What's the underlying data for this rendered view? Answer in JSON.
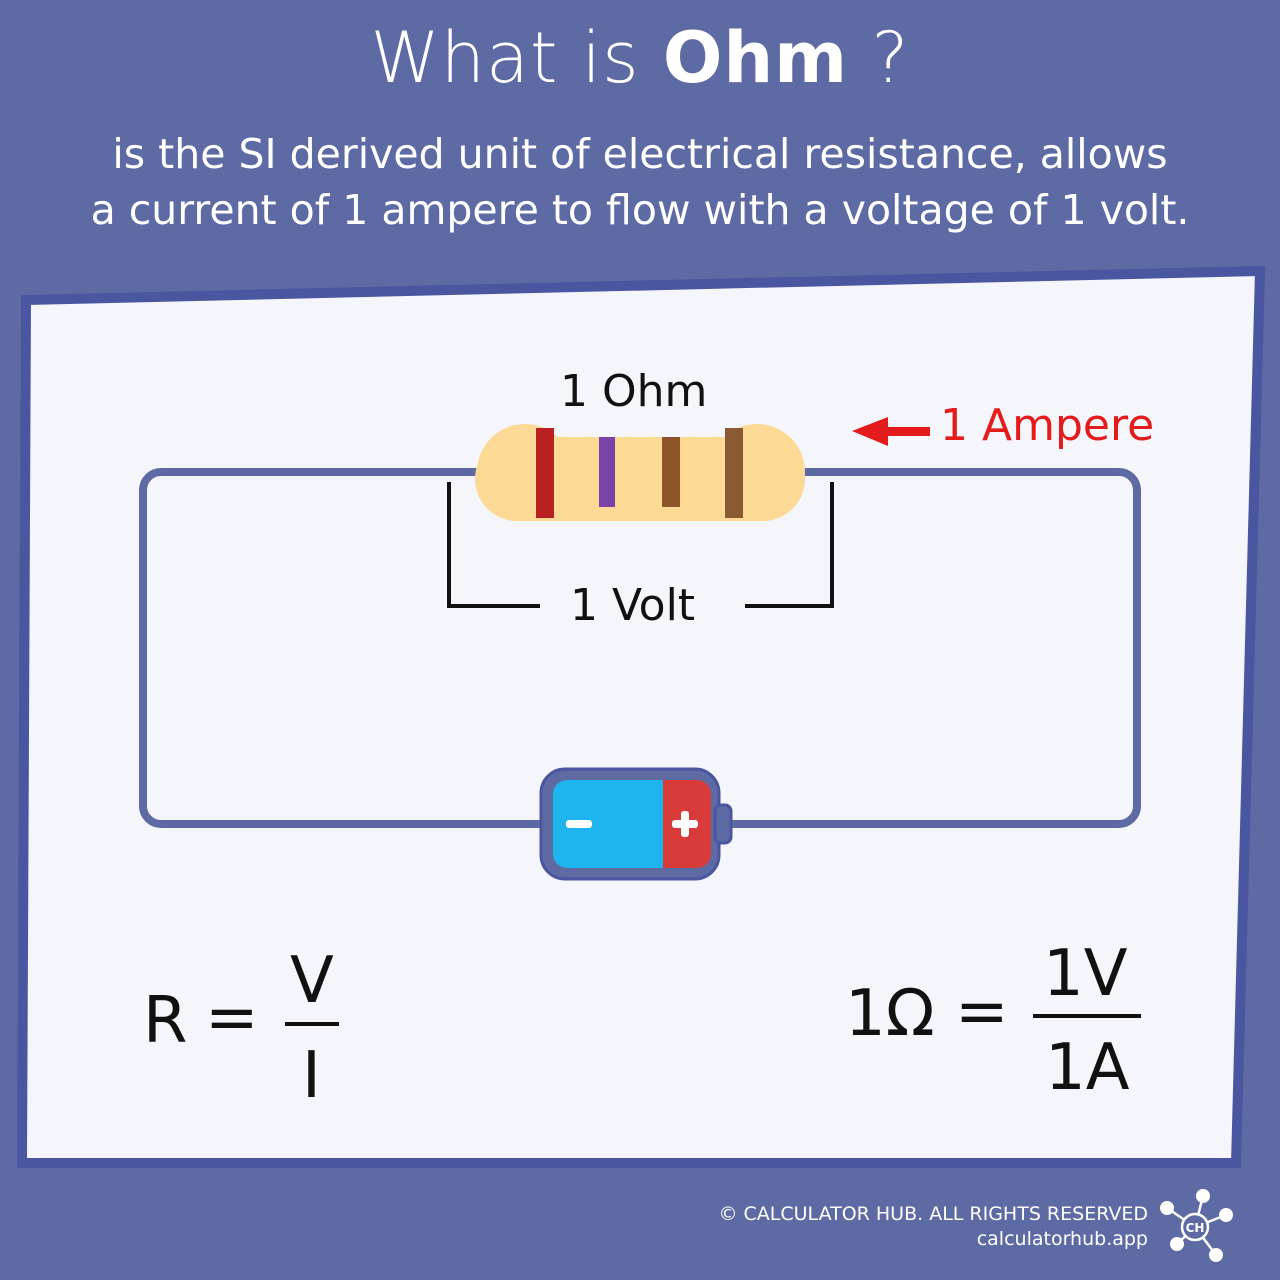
{
  "title": {
    "prefix": "What is",
    "highlight": "Ohm",
    "suffix": "?"
  },
  "subtitle": {
    "line1": "is the SI derived unit of electrical resistance, allows",
    "line2": "a current of 1 ampere to flow with a voltage of 1 volt."
  },
  "diagram": {
    "resistor_label": "1 Ohm",
    "voltage_label": "1 Volt",
    "current_label": "1 Ampere",
    "battery": {
      "negative_sign": "−",
      "positive_sign": "+"
    }
  },
  "formulas": {
    "general": {
      "lhs": "R",
      "equals": "=",
      "numerator": "V",
      "denominator": "I"
    },
    "example": {
      "lhs": "1Ω",
      "equals": "=",
      "numerator": "1V",
      "denominator": "1A"
    }
  },
  "footer": {
    "copyright": "© CALCULATOR HUB. ALL RIGHTS RESERVED",
    "website": "calculatorhub.app",
    "logo_text": "CH"
  },
  "colors": {
    "background": "#5e6aa3",
    "panel": "#f4f6fb",
    "wire": "#5e6aa3",
    "resistor_body": "#fcd994",
    "current_arrow": "#e31b1b",
    "battery_negative": "#1eb4ee",
    "battery_positive": "#d93b3b"
  }
}
